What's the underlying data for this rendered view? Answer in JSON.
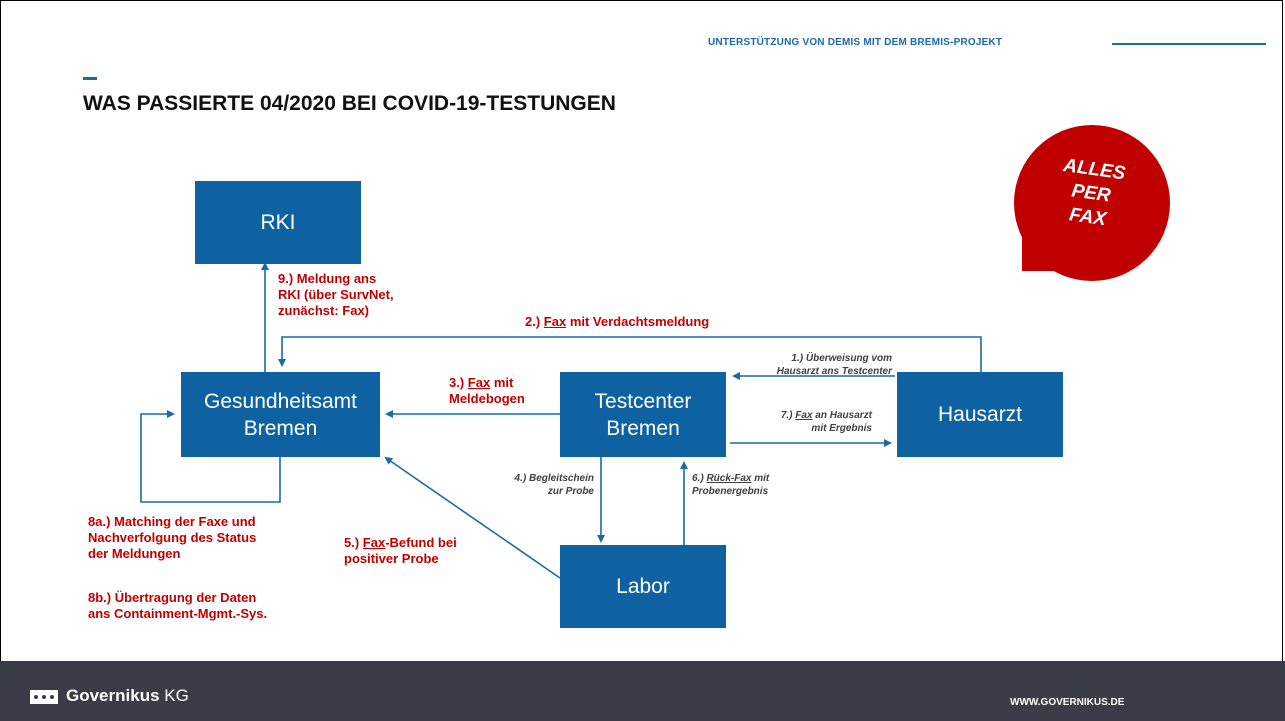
{
  "header": {
    "tag": "UNTERSTÜTZUNG VON DEMIS MIT DEM BREMIS-PROJEKT"
  },
  "title": "WAS PASSIERTE 04/2020 BEI COVID-19-TESTUNGEN",
  "badge": {
    "text": "ALLES\nPER\nFAX",
    "color": "#c00000"
  },
  "nodes": {
    "rki": "RKI",
    "gesundheitsamt": "Gesundheitsamt\nBremen",
    "testcenter": "Testcenter\nBremen",
    "hausarzt": "Hausarzt",
    "labor": "Labor"
  },
  "edges": {
    "e1": "1.) Überweisung vom\nHausarzt ans Testcenter",
    "e2_pre": "2.) ",
    "e2_fax": "Fax",
    "e2_post": " mit Verdachtsmeldung",
    "e3_pre": "3.) ",
    "e3_fax": "Fax",
    "e3_post": " mit\nMeldebogen",
    "e4": "4.) Begleitschein\nzur Probe",
    "e5_pre": "5.) ",
    "e5_fax": "Fax",
    "e5_post": "-Befund bei\npositiver Probe",
    "e6_pre": "6.) ",
    "e6_fax": "Rück-Fax",
    "e6_post": " mit\nProbenergebnis",
    "e7_pre": "7.) ",
    "e7_fax": "Fax",
    "e7_post": " an Hausarzt\nmit Ergebnis",
    "e8a": "8a.) Matching der Faxe und\nNachverfolgung des Status\nder Meldungen",
    "e8b": "8b.) Übertragung der Daten\nans Containment-Mgmt.-Sys.",
    "e9": "9.) Meldung ans\nRKI (über SurvNet,\nzunächst: Fax)"
  },
  "footer": {
    "brand": "Governikus",
    "brand_suffix": "KG",
    "url": "WWW.GOVERNIKUS.DE"
  },
  "colors": {
    "accent": "#1a6aa6",
    "box": "#0e62a1",
    "label_red": "#c00000",
    "footer_bg": "#3a3d47"
  }
}
